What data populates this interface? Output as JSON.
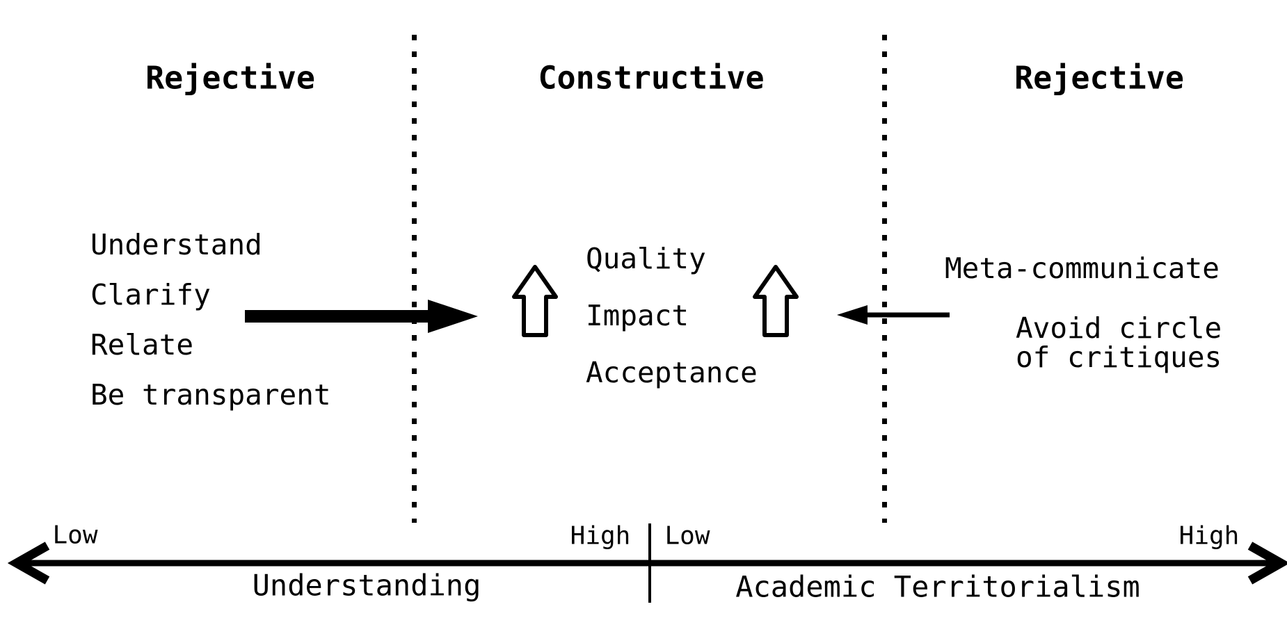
{
  "colors": {
    "background": "#ffffff",
    "ink": "#000000"
  },
  "zones": [
    {
      "header": "Rejective",
      "items": [
        "Understand",
        "Clarify",
        "Relate",
        "Be transparent"
      ]
    },
    {
      "header": "Constructive",
      "items": [
        "Quality",
        "Impact",
        "Acceptance"
      ]
    },
    {
      "header": "Rejective",
      "items": [
        "Meta-communicate",
        "Avoid circle\nof critiques"
      ]
    }
  ],
  "icons": {
    "up_arrow": "⇧",
    "right_arrow": "→",
    "left_arrow": "←",
    "axis_double_arrow": "↔"
  },
  "axes": [
    {
      "label": "Understanding",
      "low": "Low",
      "high": "High"
    },
    {
      "label": "Academic Territorialism",
      "low": "Low",
      "high": "High"
    }
  ]
}
